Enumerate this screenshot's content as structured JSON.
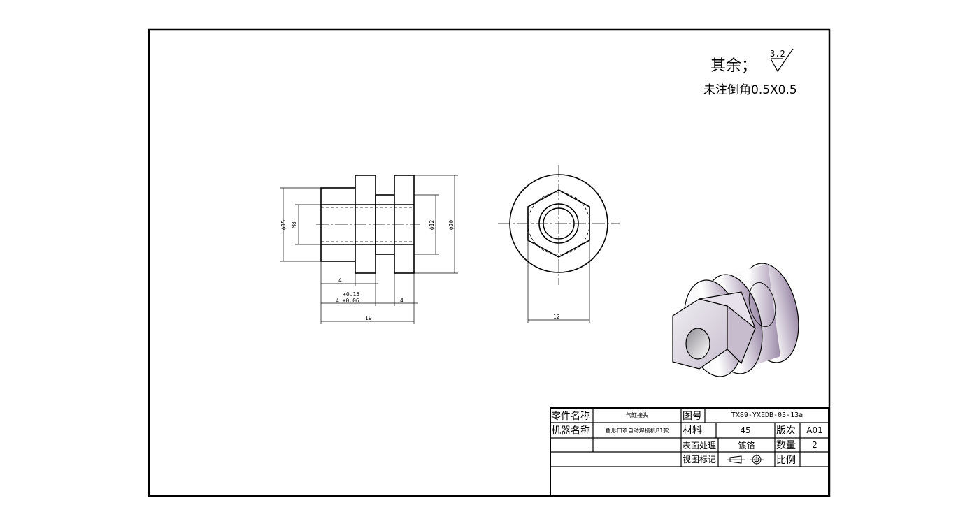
{
  "notes": {
    "remainder_label": "其余；",
    "roughness_value": "3.2",
    "chamfer_note": "未注倒角0.5X0.5"
  },
  "dimensions": {
    "d15": "ϕ15",
    "m8": "M8",
    "d12": "ϕ12",
    "d20": "ϕ20",
    "len4a": "4",
    "tol_upper": "+0.15",
    "tol_lower": "4 +0.06",
    "len4b": "4",
    "len19": "19",
    "hex12": "12"
  },
  "title_block": {
    "part_name_label": "零件名称",
    "part_name_value": "气缸接头",
    "drawing_no_label": "图号",
    "drawing_no_value": "TX89-YXEDB-03-13a",
    "machine_name_label": "机器名称",
    "machine_name_value": "鱼形口罩自动焊接机B1款",
    "material_label": "材料",
    "material_value": "45",
    "version_label": "版次",
    "version_value": "A01",
    "surface_label": "表面处理",
    "surface_value": "镀铬",
    "quantity_label": "数量",
    "quantity_value": "2",
    "view_mark_label": "视图标记",
    "scale_label": "比例",
    "scale_value": ""
  }
}
